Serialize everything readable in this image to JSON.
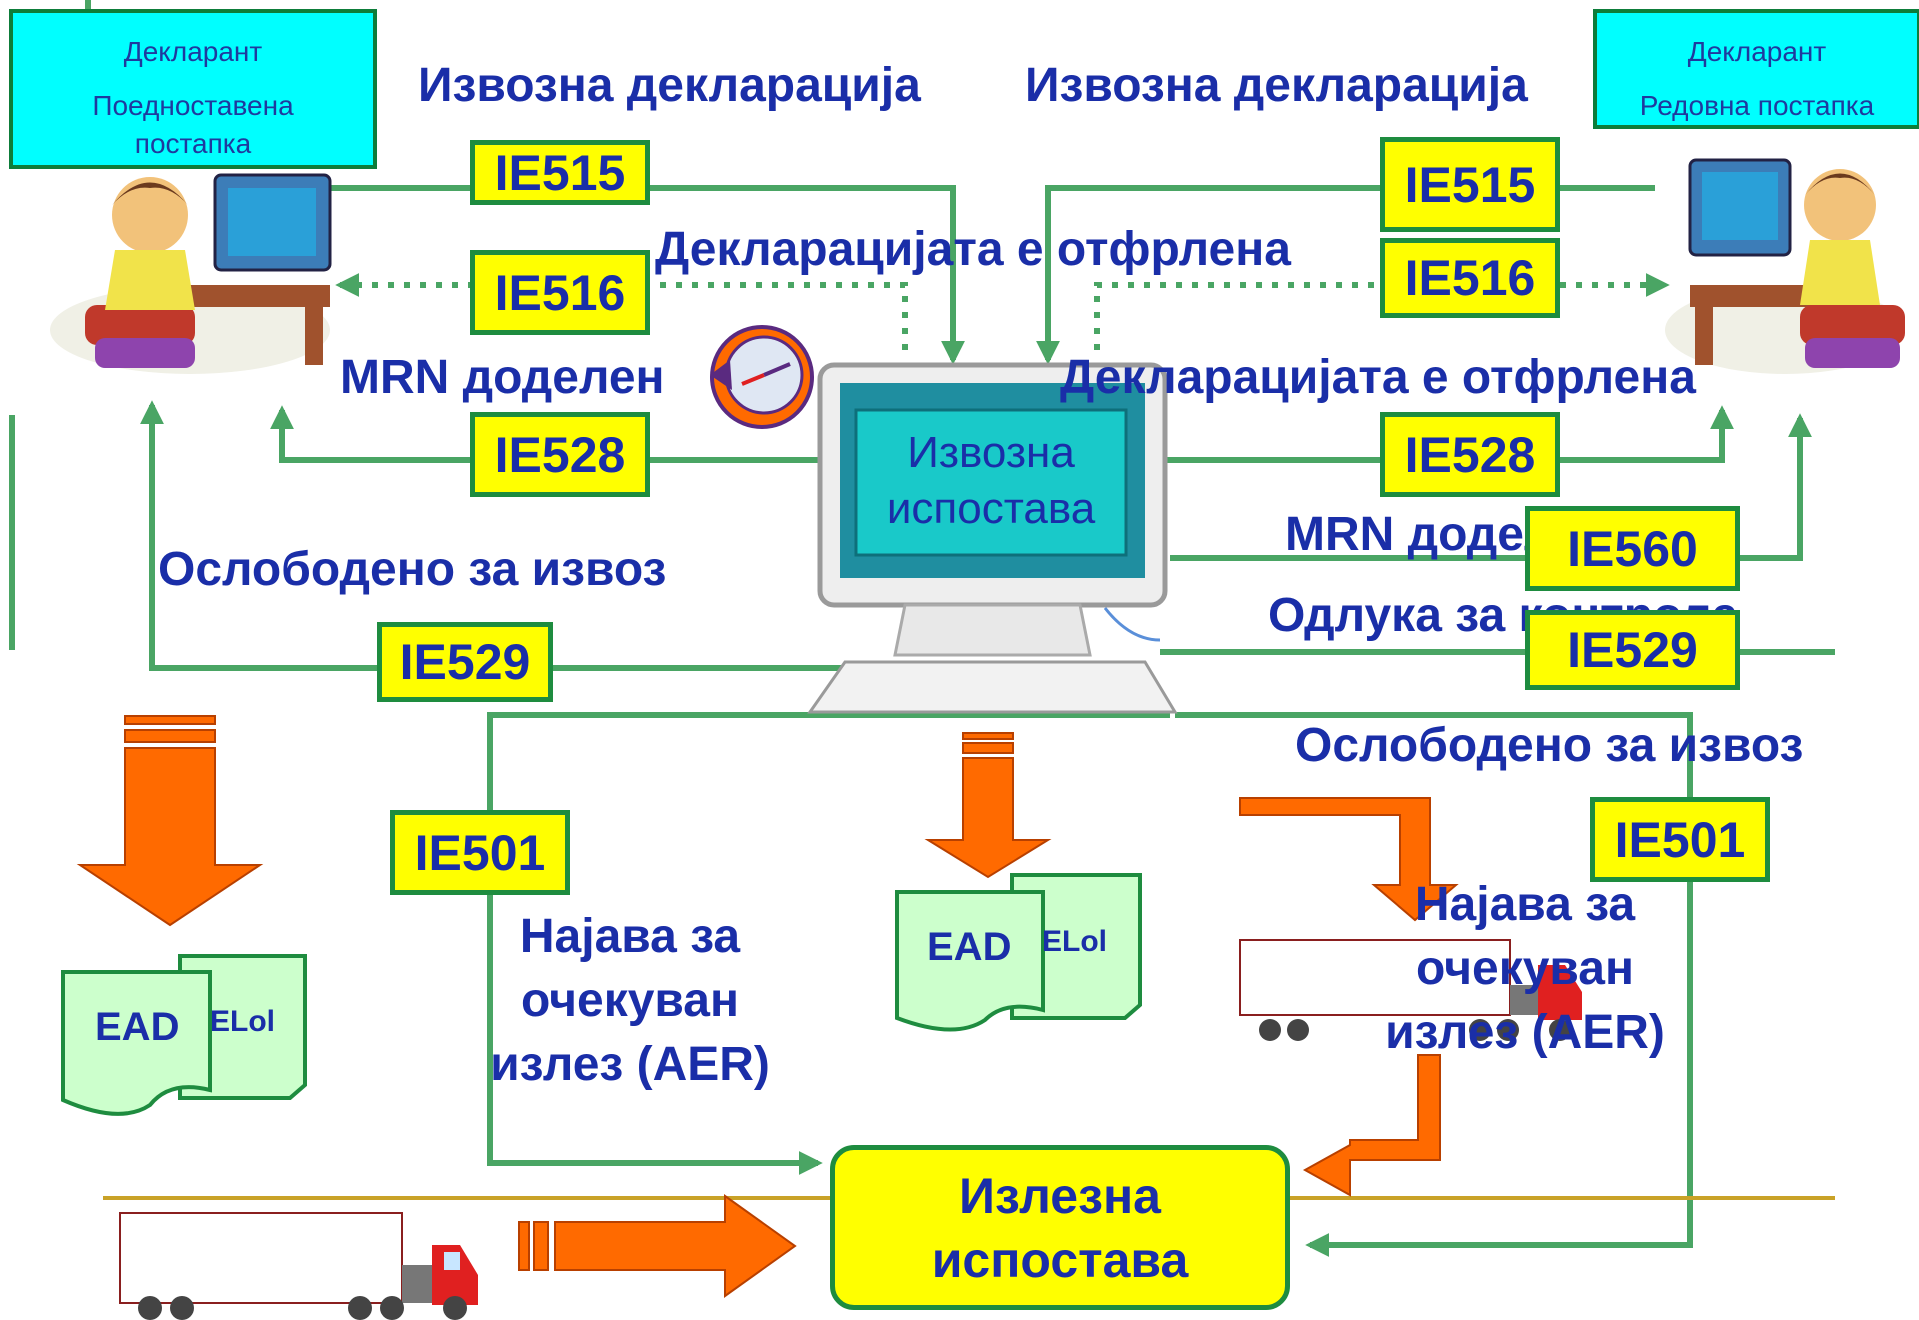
{
  "declarant_left": {
    "title": "Декларант",
    "procedure": "Поедноставена постапка"
  },
  "declarant_right": {
    "title": "Декларант",
    "procedure": "Редовна постапка"
  },
  "labels": {
    "export_declaration_left": "Извозна декларација",
    "export_declaration_right": "Извозна декларација",
    "declaration_rejected_top": "Декларацијата е отфрлена",
    "declaration_rejected_right": "Декларацијата е отфрлена",
    "mrn_assigned_left": "MRN доделен",
    "mrn_assigned_right": "MRN доделен",
    "released_for_export_left": "Ослободено за извоз",
    "released_for_export_right": "Ослободено за извоз",
    "control_decision": "Одлука за контрола",
    "aer_left": "Најава за очекуван излез (AER)",
    "aer_right": "Најава за очекуван излез (AER)"
  },
  "messages": {
    "ie515_left": "IE515",
    "ie516_left": "IE516",
    "ie528_left": "IE528",
    "ie529_left": "IE529",
    "ie501_left": "IE501",
    "ie515_right": "IE515",
    "ie516_right": "IE516",
    "ie528_right": "IE528",
    "ie560_right": "IE560",
    "ie529_right": "IE529",
    "ie501_right": "IE501"
  },
  "export_office": "Извозна испостава",
  "exit_office": "Излезна испостава",
  "documents": {
    "ead": "EAD",
    "elol": "ELol"
  },
  "colors": {
    "line": "#4aa564",
    "message_fill": "#ffff00",
    "message_border": "#1e8c3f",
    "text": "#1a2ea8",
    "declarant_fill": "#00ffff",
    "arrow_fill": "#ff6a00",
    "document_fill": "#ccffcc"
  }
}
